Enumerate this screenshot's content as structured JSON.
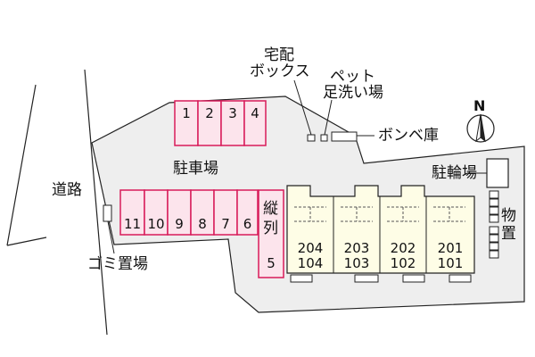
{
  "labels": {
    "road": "道路",
    "garbage": "ゴミ置場",
    "parking": "駐車場",
    "delivery_box_line1": "宅配",
    "delivery_box_line2": "ボックス",
    "pet_wash_line1": "ペット",
    "pet_wash_line2": "足洗い場",
    "gas_cylinder": "ボンベ庫",
    "bicycle_parking": "駐輪場",
    "storage": "物置",
    "tandem_line1": "縦",
    "tandem_line2": "列",
    "tandem_number": "5",
    "compass": "N"
  },
  "parking_top": [
    "1",
    "2",
    "3",
    "4"
  ],
  "parking_bottom": [
    "11",
    "10",
    "9",
    "8",
    "7",
    "6"
  ],
  "units": [
    {
      "upper": "204",
      "lower": "104"
    },
    {
      "upper": "203",
      "lower": "103"
    },
    {
      "upper": "202",
      "lower": "102"
    },
    {
      "upper": "201",
      "lower": "101"
    }
  ],
  "colors": {
    "parking_fill": "#fce4ec",
    "parking_stroke": "#d81b5a",
    "site_fill": "#eeeeee",
    "building_fill": "#fefde6",
    "line": "#222222"
  }
}
